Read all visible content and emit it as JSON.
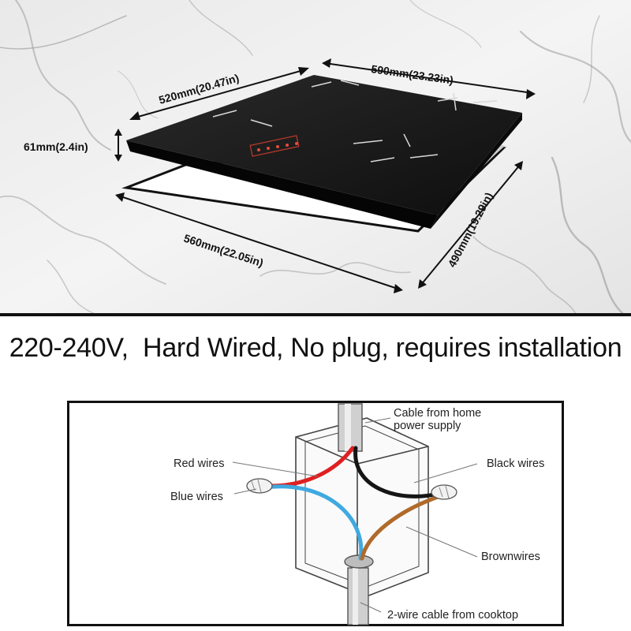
{
  "dimensions": {
    "top_width": "520mm(20.47in)",
    "top_depth": "590mm(23.23in)",
    "height": "61mm(2.4in)",
    "cutout_width": "560mm(22.05in)",
    "cutout_depth": "490mm(19.29in)"
  },
  "headline": "220-240V,  Hard Wired, No plug, requires installation",
  "wiring": {
    "supply_line1": "Cable from home",
    "supply_line2": "power supply",
    "red": "Red wires",
    "blue": "Blue  wires",
    "black": "Black wires",
    "brown": "Brownwires",
    "cooktop_cable": "2-wire cable from cooktop"
  },
  "colors": {
    "red_wire": "#e02020",
    "blue_wire": "#3fa9e0",
    "black_wire": "#151515",
    "brown_wire": "#b06a2a",
    "cooktop_glass": "#1b1b1b"
  }
}
